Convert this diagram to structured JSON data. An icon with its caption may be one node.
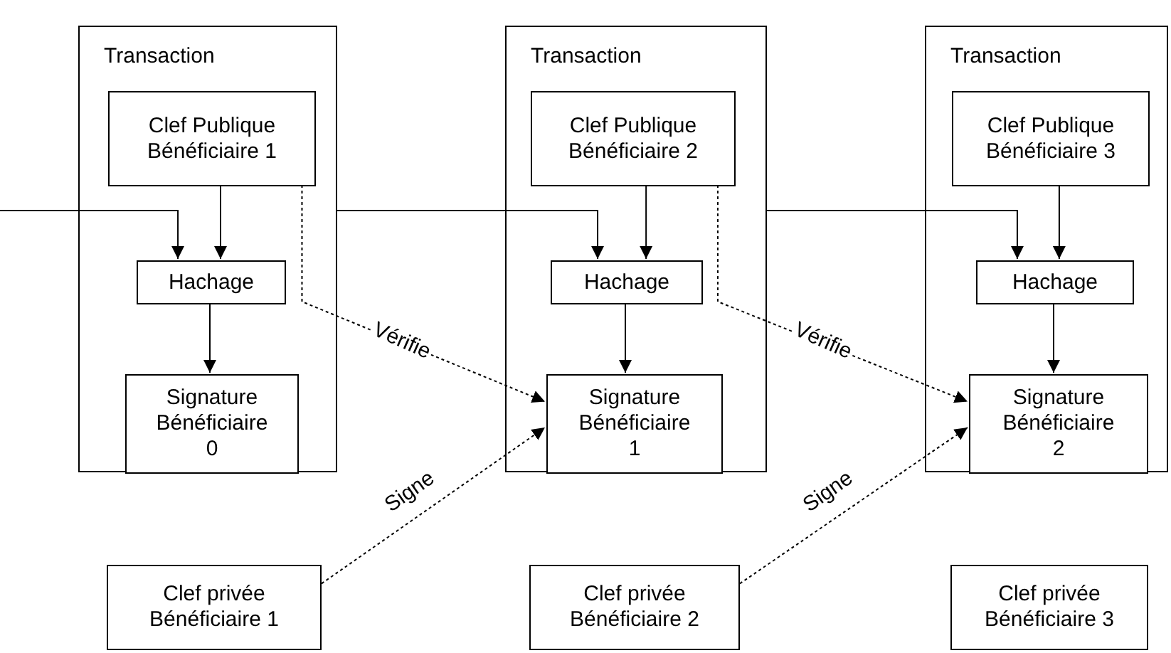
{
  "diagram": {
    "nodes": [
      {
        "text": [
          "Transaction"
        ]
      },
      {
        "text": [
          "Clef Publique Bénéficiaire 1"
        ],
        "in": 0
      },
      {
        "text": [
          "Hachage"
        ],
        "in": 0
      },
      {
        "text": [
          "Signature Bénéficiaire 0"
        ],
        "in": 0
      },
      {
        "text": [
          "Transaction"
        ]
      },
      {
        "text": [
          "Clef Publique Bénéficiaire 2"
        ],
        "in": 4
      },
      {
        "text": [
          "Hachage"
        ],
        "in": 4
      },
      {
        "text": [
          "Signature Bénéficiaire 1"
        ],
        "in": 4
      },
      {
        "text": [
          "Transaction"
        ]
      },
      {
        "text": [
          "Clef Publique Bénéficiaire 3"
        ],
        "in": 8
      },
      {
        "text": [
          "Hachage"
        ],
        "in": 8
      },
      {
        "text": [
          "Signature Bénéficiaire 2"
        ],
        "in": 8
      },
      {
        "text": [
          "Clef privée Bénéficiaire 1"
        ]
      },
      {
        "text": [
          "Clef privée Bénéficiaire 2"
        ]
      },
      {
        "text": [
          "Clef privée Bénéficiaire 3"
        ]
      }
    ],
    "edges": [
      {
        "from": null,
        "to": 2,
        "arrow": "to"
      },
      {
        "from": 1,
        "to": 2,
        "arrow": "to"
      },
      {
        "from": 2,
        "to": 3,
        "arrow": "to"
      },
      {
        "from": 0,
        "to": 6,
        "arrow": "to"
      },
      {
        "from": 5,
        "to": 6,
        "arrow": "to"
      },
      {
        "from": 6,
        "to": 7,
        "arrow": "to"
      },
      {
        "from": 4,
        "to": 10,
        "arrow": "to"
      },
      {
        "from": 9,
        "to": 10,
        "arrow": "to"
      },
      {
        "from": 10,
        "to": 11,
        "arrow": "to"
      },
      {
        "from": 1,
        "to": 7,
        "arrow": "to",
        "label": "Vérifie",
        "style": "dashed"
      },
      {
        "from": 12,
        "to": 7,
        "arrow": "to",
        "label": "Signe",
        "style": "dashed"
      },
      {
        "from": 5,
        "to": 11,
        "arrow": "to",
        "label": "Vérifie",
        "style": "dashed"
      },
      {
        "from": 13,
        "to": 11,
        "arrow": "to",
        "label": "Signe",
        "style": "dashed"
      }
    ]
  }
}
